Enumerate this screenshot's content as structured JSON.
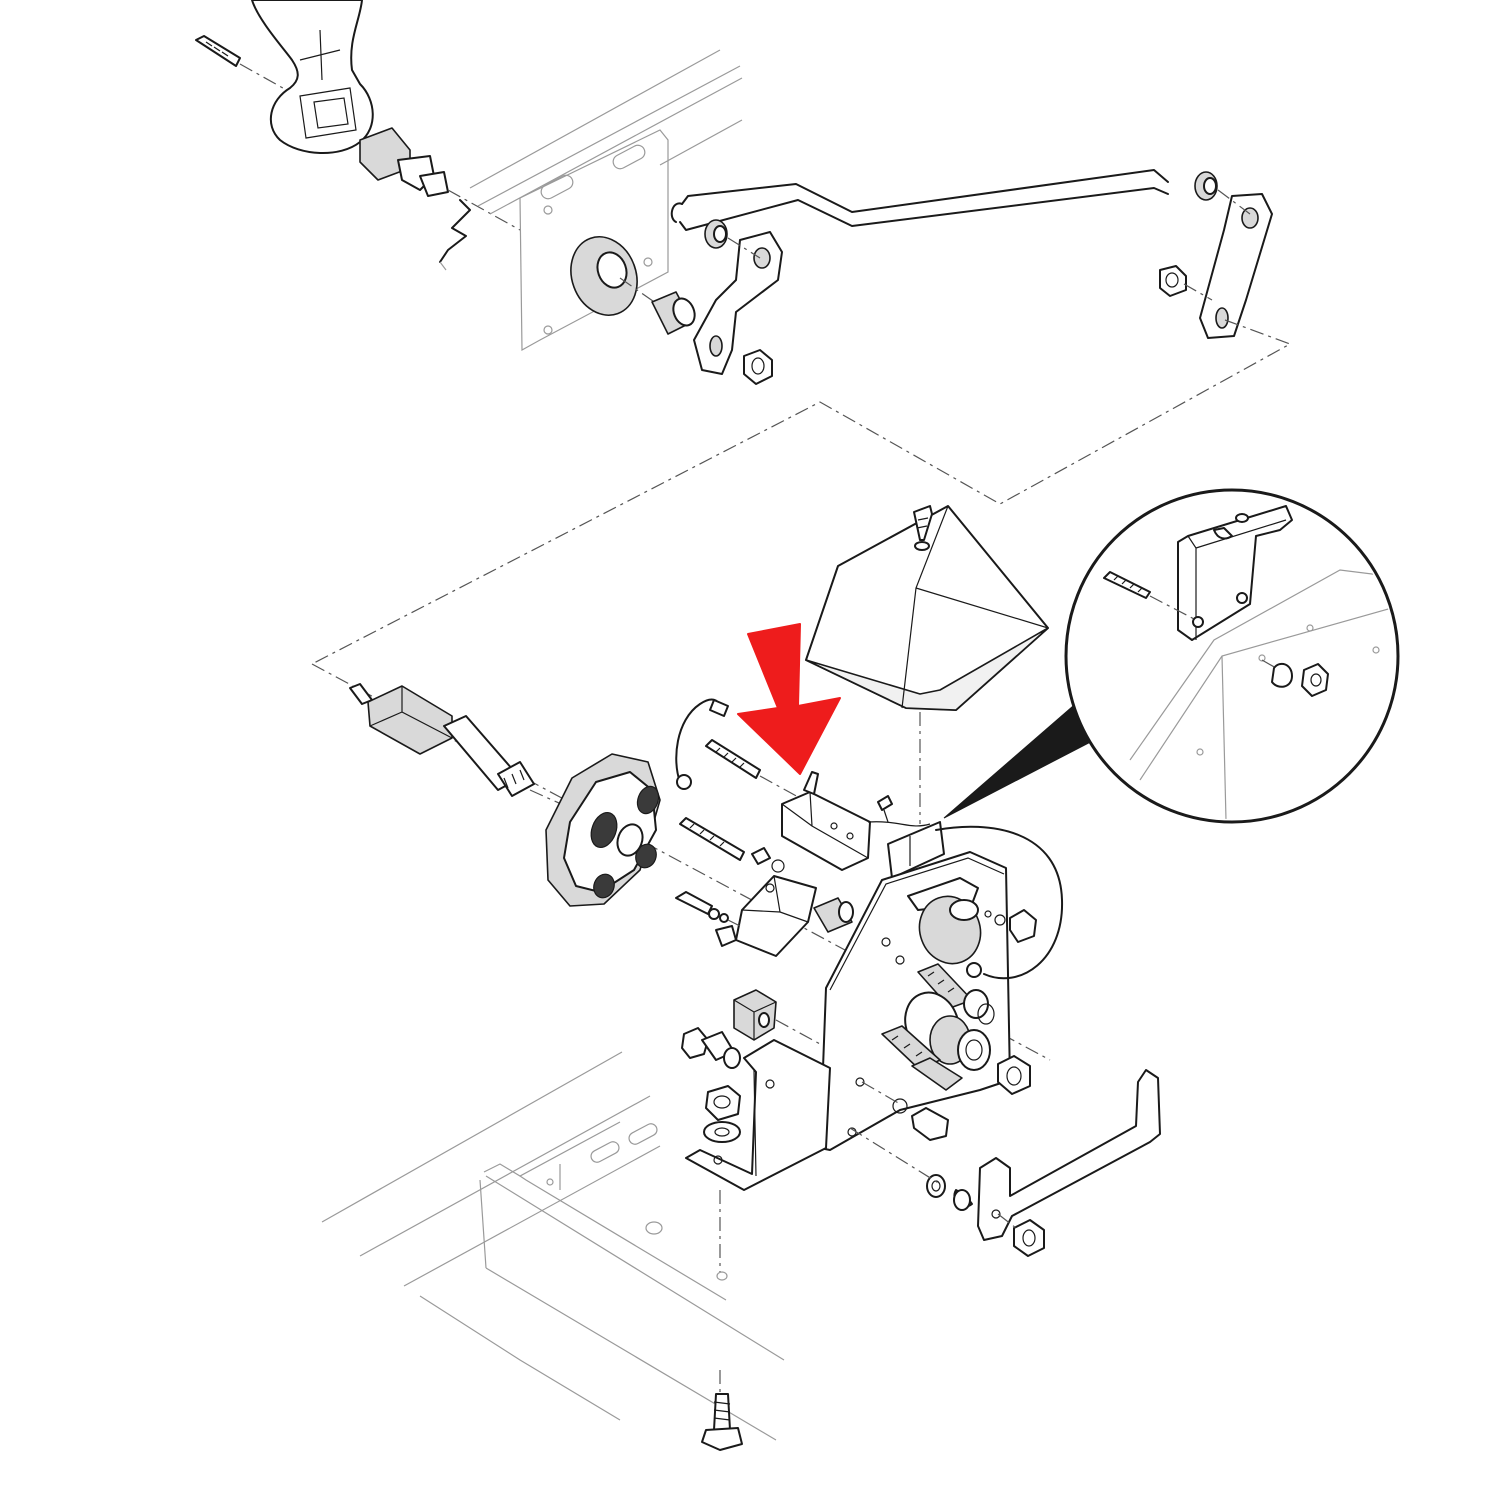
{
  "diagram": {
    "kind": "exploded-parts-view",
    "colors": {
      "line": "#1a1a1a",
      "leader": "#555555",
      "background": "#ffffff",
      "highlight_arrow": "#ee1c1c",
      "callout_wedge": "#1a1a1a"
    },
    "groups": [
      "forward-reverse-handle-assembly",
      "shift-linkage-assembly",
      "switch-mounting-plate-assembly",
      "frame-rail"
    ],
    "highlighted_part": "micro-switch",
    "callout": "detail-view-bracket-mounting"
  }
}
